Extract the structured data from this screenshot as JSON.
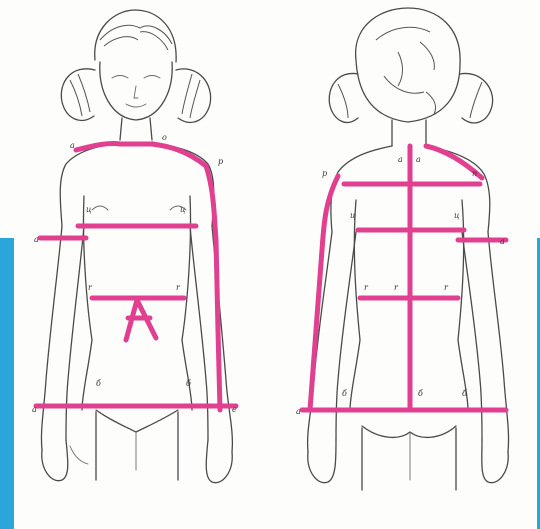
{
  "colors": {
    "accent": "#2aa7d8",
    "measure_line": "#e0408f",
    "sketch": "#4a4a4a",
    "background": "#fdfdfb"
  },
  "figures": [
    {
      "view": "front",
      "lines": [
        "shoulder-neck",
        "arm-length",
        "chest",
        "waist",
        "hip",
        "upper-arm"
      ]
    },
    {
      "view": "back",
      "lines": [
        "center-back",
        "shoulder",
        "back-width",
        "upper-arm",
        "waist",
        "hip",
        "arm-length"
      ]
    }
  ]
}
